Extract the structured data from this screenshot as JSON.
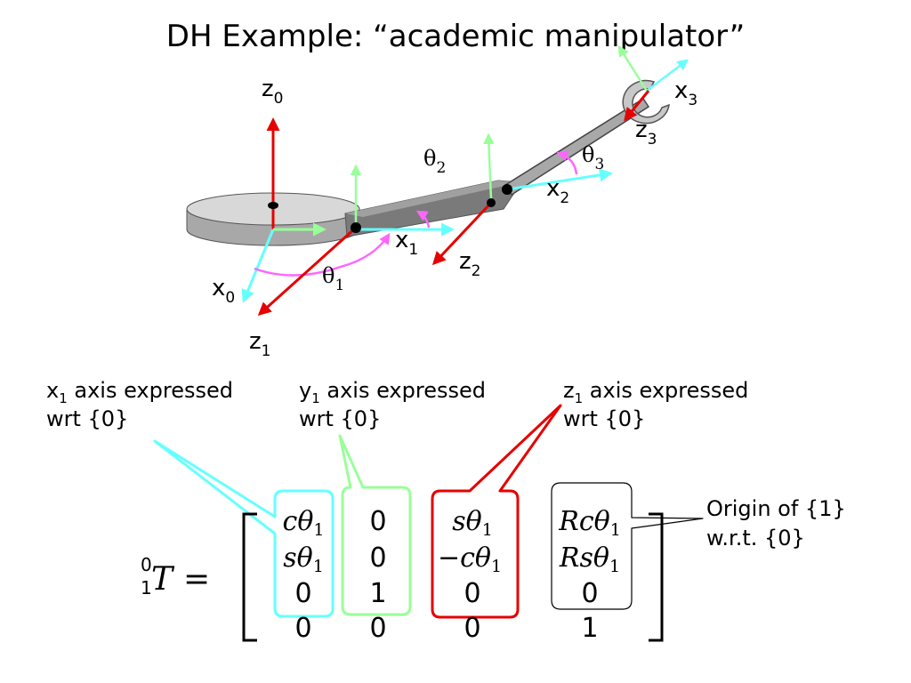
{
  "title": "DH Example: “academic manipulator”",
  "axes": {
    "z": "z",
    "x": "x",
    "theta": "θ",
    "z0_idx": "0",
    "z1_idx": "1",
    "z2_idx": "2",
    "z3_idx": "3",
    "x0_idx": "0",
    "x1_idx": "1",
    "x2_idx": "2",
    "x3_idx": "3",
    "t1_idx": "1",
    "t2_idx": "2",
    "t3_idx": "3"
  },
  "callouts": {
    "x1": {
      "axis": "x",
      "idx": "1",
      "line1_rest": " axis expressed",
      "line2": "wrt {0}"
    },
    "y1": {
      "axis": "y",
      "idx": "1",
      "line1_rest": " axis expressed",
      "line2": "wrt {0}"
    },
    "z1": {
      "axis": "z",
      "idx": "1",
      "line1_rest": " axis expressed",
      "line2": "wrt {0}"
    },
    "origin": {
      "line1": "Origin of {1}",
      "line2": "w.r.t. {0}"
    }
  },
  "equation": {
    "sup": "0",
    "sub": "1",
    "symbol": "T",
    "equals": "=",
    "c": "c",
    "s": "s",
    "R": "R",
    "theta": "θ",
    "minus": "−",
    "idx": "1",
    "zero": "0",
    "one": "1"
  },
  "colors": {
    "red": "#e60000",
    "cyan": "#66ffff",
    "green": "#99ff99",
    "magenta": "#ff66ff",
    "link": "#707070"
  }
}
